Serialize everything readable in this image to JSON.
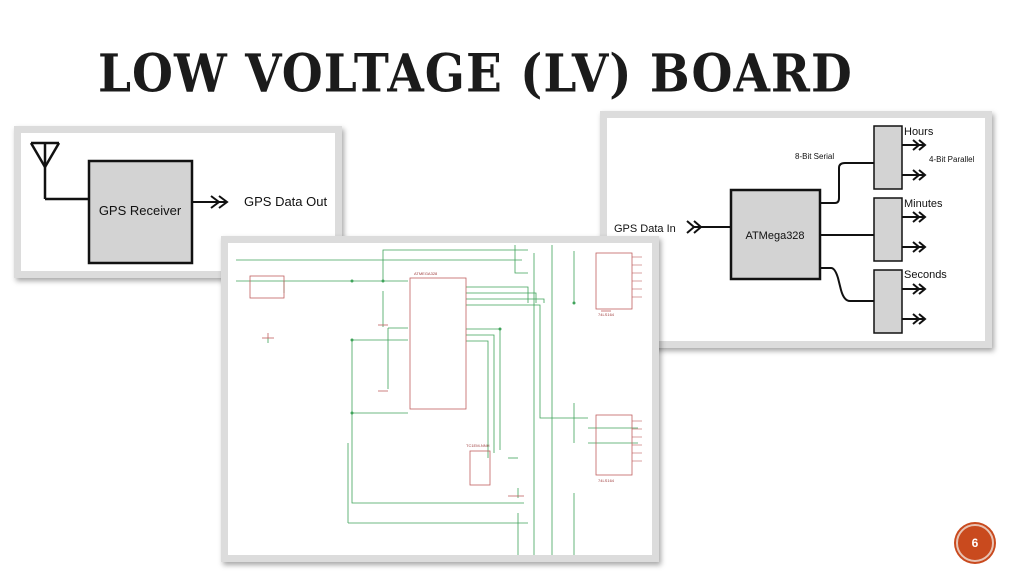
{
  "slide": {
    "title": "LOW VOLTAGE (LV) BOARD",
    "page_number": "6"
  },
  "gps_block": {
    "box_label": "GPS Receiver",
    "output_label": "GPS Data Out"
  },
  "atmega_block": {
    "input_label": "GPS Data In",
    "chip_label": "ATMega328",
    "serial_label": "8-Bit Serial",
    "parallel_label": "4-Bit Parallel",
    "outputs": [
      "Hours",
      "Minutes",
      "Seconds"
    ]
  },
  "schematic": {
    "mcu_label": "ATMEGA328",
    "connector_label": "TC1EM-NNH",
    "driver_label": "74LS164"
  },
  "colors": {
    "accent": "#c94a1e",
    "box_fill": "#d3d3d3",
    "schematic_wire": "#3fa35a",
    "schematic_part": "#c06060"
  }
}
